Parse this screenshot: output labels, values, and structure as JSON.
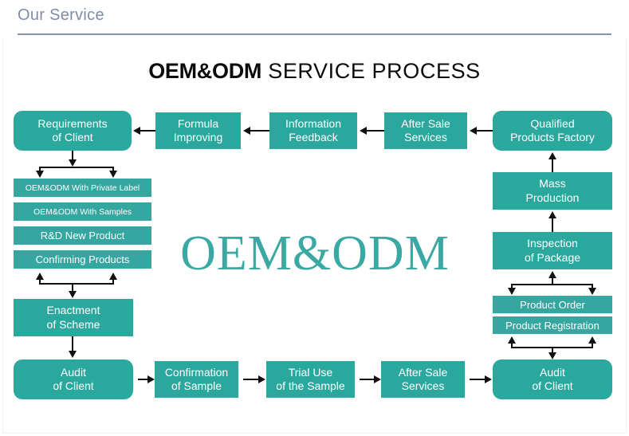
{
  "header": {
    "section_title": "Our Service"
  },
  "title": {
    "bold_part": "OEM&ODM",
    "regular_part": " SERVICE PROCESS"
  },
  "watermark": {
    "text": "OEM&ODM"
  },
  "flow": {
    "top_row": [
      {
        "line1": "Requirements",
        "line2": "of Client"
      },
      {
        "line1": "Formula",
        "line2": "Improving"
      },
      {
        "line1": "Information",
        "line2": "Feedback"
      },
      {
        "line1": "After Sale",
        "line2": "Services"
      },
      {
        "line1": "Qualified",
        "line2": "Products Factory"
      }
    ],
    "left_stack": [
      {
        "label": "OEM&ODM With Private Label"
      },
      {
        "label": "OEM&ODM With Samples"
      },
      {
        "label": "R&D New Product"
      },
      {
        "label": "Confirming Products"
      }
    ],
    "left_scheme": {
      "line1": "Enactment",
      "line2": "of Scheme"
    },
    "bottom_row": [
      {
        "line1": "Audit",
        "line2": "of Client"
      },
      {
        "line1": "Confirmation",
        "line2": "of Sample"
      },
      {
        "line1": "Trial Use",
        "line2": "of the Sample"
      },
      {
        "line1": "After Sale",
        "line2": "Services"
      },
      {
        "line1": "Audit",
        "line2": "of Client"
      }
    ],
    "right_column": [
      {
        "line1": "Mass",
        "line2": "Production"
      },
      {
        "line1": "Inspection",
        "line2": "of Package"
      }
    ],
    "right_stack": [
      {
        "label": "Product Order"
      },
      {
        "label": "Product Registration"
      }
    ]
  },
  "colors": {
    "teal": "#2ba89e",
    "teal_bar": "#35a6a0",
    "header_text": "#7d8da8",
    "watermark": "#3ba9a3",
    "connector": "#111111"
  }
}
